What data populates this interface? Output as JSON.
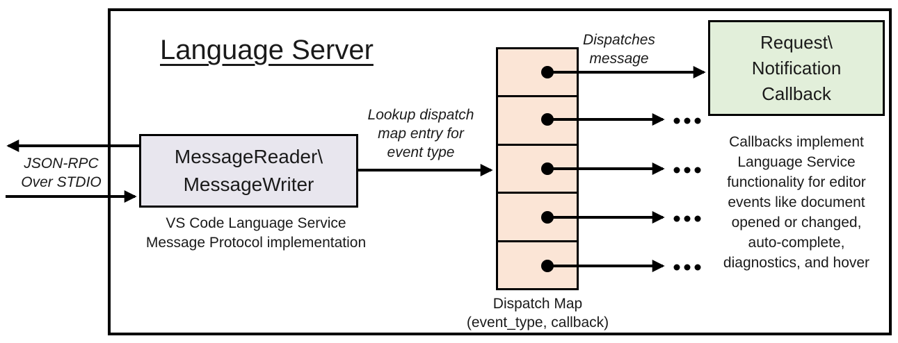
{
  "diagram": {
    "title": "Language Server",
    "io_label": {
      "line1": "JSON-RPC",
      "line2": "Over STDIO"
    },
    "message_box": {
      "line1": "MessageReader\\",
      "line2": "MessageWriter"
    },
    "message_caption": {
      "line1": "VS Code Language Service",
      "line2": "Message Protocol implementation"
    },
    "lookup_label": {
      "line1": "Lookup dispatch",
      "line2": "map entry for",
      "line3": "event type"
    },
    "dispatches_label": {
      "line1": "Dispatches",
      "line2": "message"
    },
    "dispatch_map": {
      "cell_count": 5,
      "caption_line1": "Dispatch Map",
      "caption_line2": "(event_type, callback)"
    },
    "callback_box": {
      "line1": "Request\\",
      "line2": "Notification",
      "line3": "Callback"
    },
    "right_note_lines": [
      "Callbacks implement",
      "Language Service",
      "functionality for editor",
      "events like document",
      "opened or changed,",
      "auto-complete,",
      "diagnostics, and hover"
    ],
    "colors": {
      "message_box_fill": "#e8e6ee",
      "dispatch_cell_fill": "#fbe5d6",
      "callback_box_fill": "#e2efda",
      "line_color": "#000000"
    }
  }
}
